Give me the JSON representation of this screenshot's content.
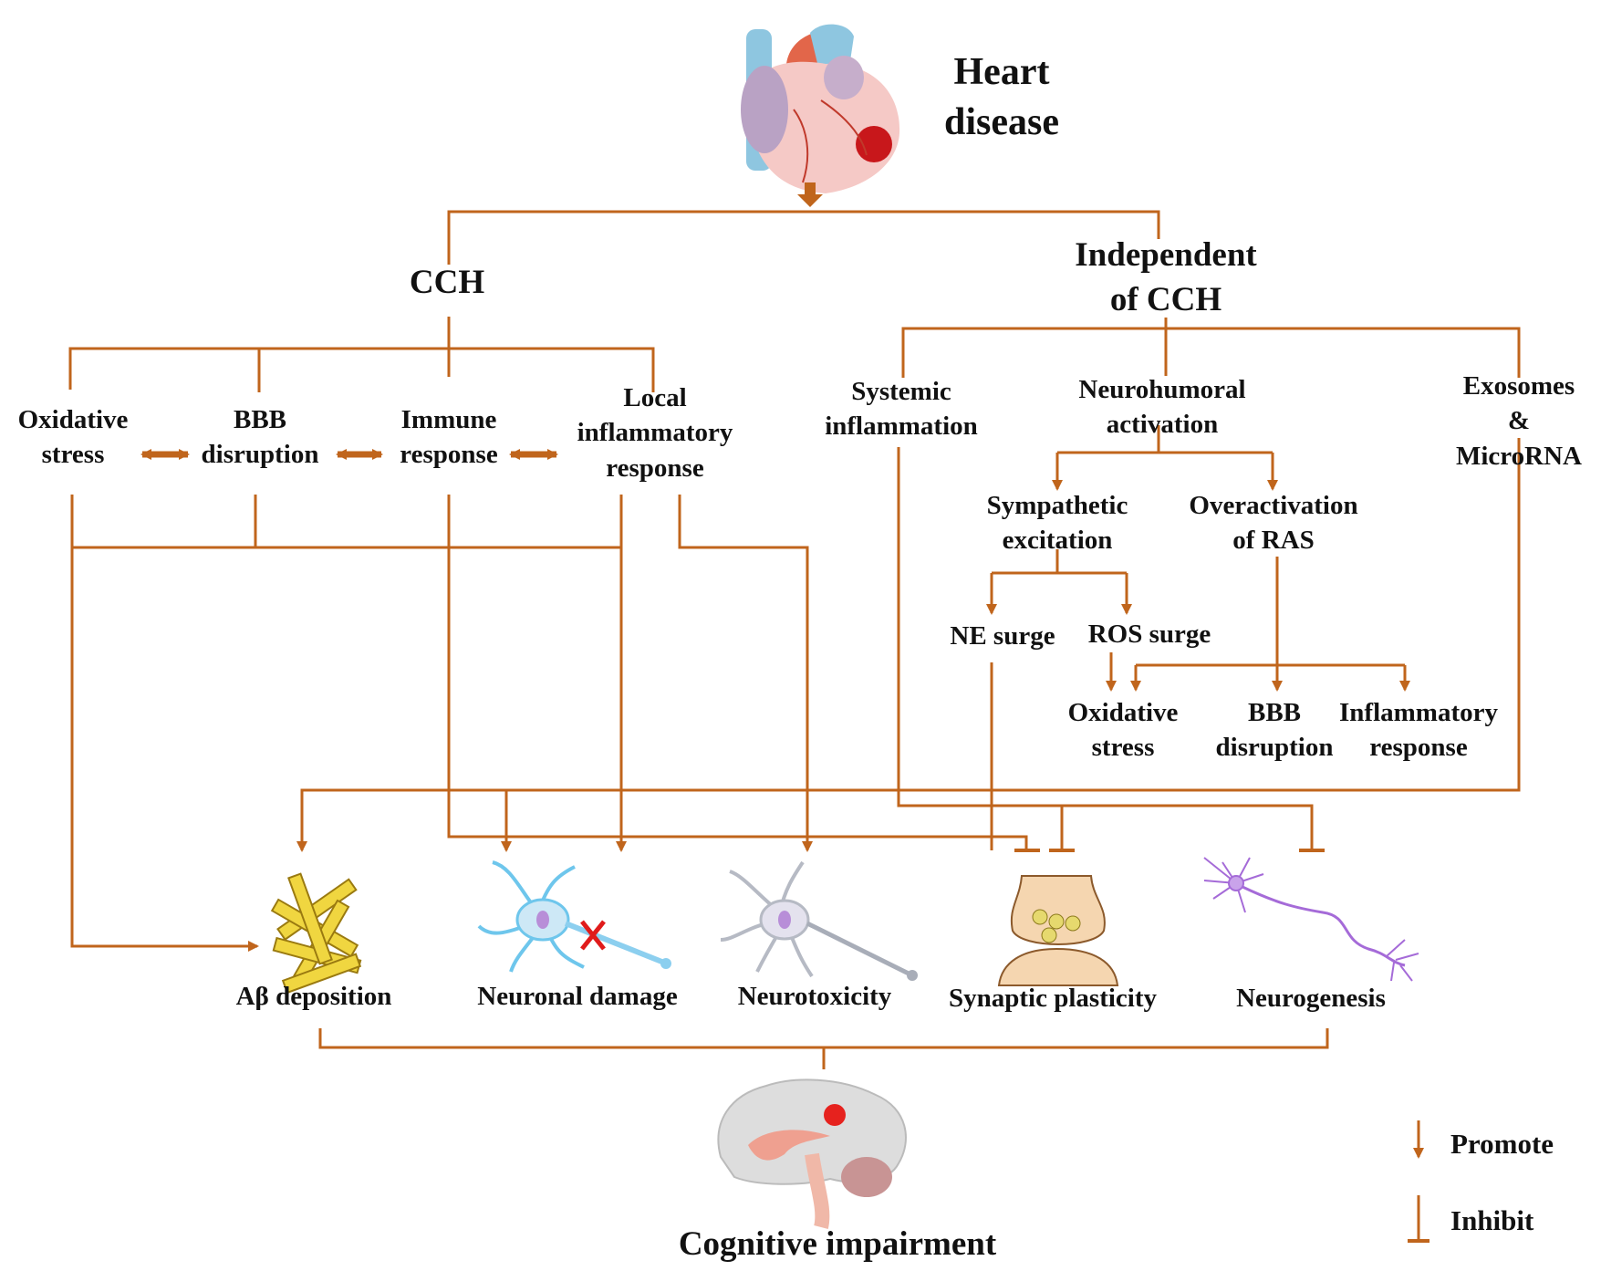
{
  "colors": {
    "arrow": "#C0651C",
    "text": "#111111"
  },
  "nodes": {
    "heart_disease": "Heart\ndisease",
    "cch": "CCH",
    "independent_of_cch": "Independent\nof CCH",
    "oxidative_stress": "Oxidative\nstress",
    "bbb_disruption": "BBB\ndisruption",
    "immune_response": "Immune\nresponse",
    "local_inflammatory_response": "Local\ninflammatory\nresponse",
    "systemic_inflammation": "Systemic\ninflammation",
    "neurohumoral_activation": "Neurohumoral\nactivation",
    "exosomes_microrna": "Exosomes &\nMicroRNA",
    "sympathetic_excitation": "Sympathetic\nexcitation",
    "overactivation_of_ras": "Overactivation\nof RAS",
    "ne_surge": "NE surge",
    "ros_surge": "ROS surge",
    "oxidative_stress_2": "Oxidative\nstress",
    "bbb_disruption_2": "BBB\ndisruption",
    "inflammatory_response": "Inflammatory\nresponse",
    "abeta_deposition": "Aβ deposition",
    "neuronal_damage": "Neuronal damage",
    "neurotoxicity": "Neurotoxicity",
    "synaptic_plasticity": "Synaptic plasticity",
    "neurogenesis": "Neurogenesis",
    "cognitive_impairment": "Cognitive impairment"
  },
  "legend": {
    "promote": "Promote",
    "inhibit": "Inhibit"
  },
  "icons": [
    "heart-icon",
    "amyloid-fibril-icon",
    "damaged-neuron-icon",
    "neuron-icon",
    "synapse-icon",
    "neurogenesis-neuron-icon",
    "brain-icon"
  ]
}
